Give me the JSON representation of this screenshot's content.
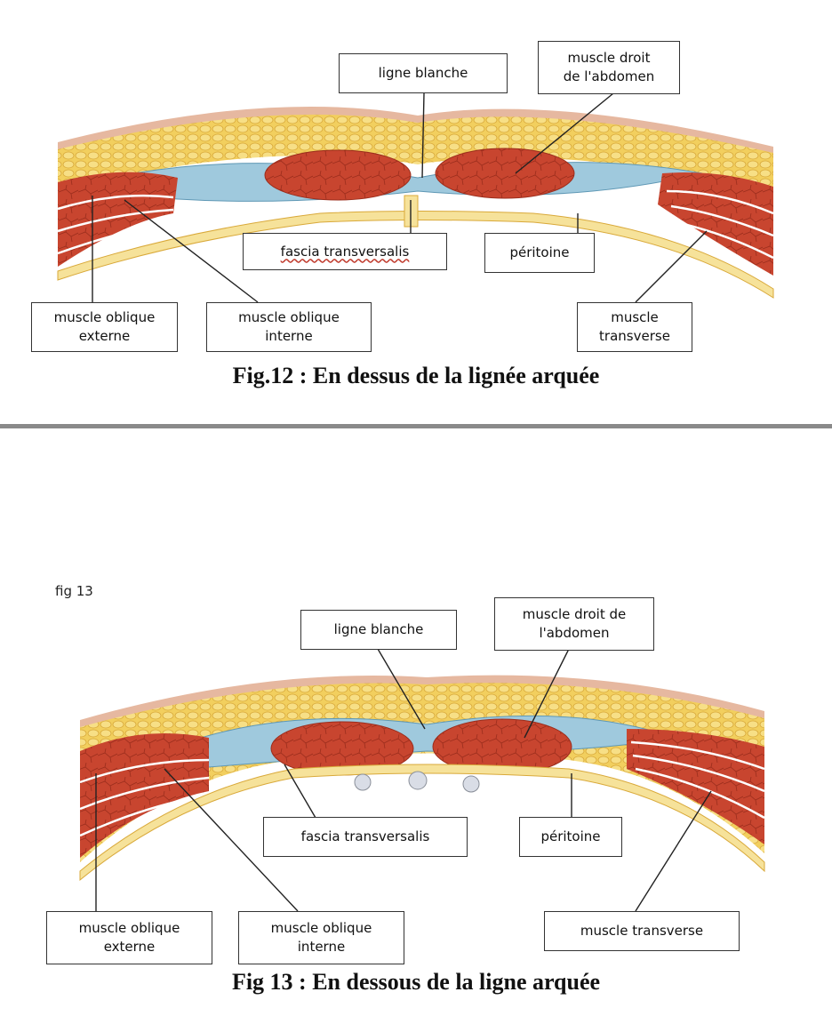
{
  "fig12": {
    "labels": {
      "ligne_blanche": "ligne blanche",
      "muscle_droit": "muscle droit\nde l'abdomen",
      "fascia": "fascia transversalis",
      "peritoine": "péritoine",
      "oblique_externe": "muscle oblique\nexterne",
      "oblique_interne": "muscle oblique\ninterne",
      "transverse": "muscle\ntransverse"
    },
    "caption": "Fig.12 : En dessus de la lignée arquée"
  },
  "fig13": {
    "tag": "fig 13",
    "labels": {
      "ligne_blanche": "ligne blanche",
      "muscle_droit": "muscle droit de\nl'abdomen",
      "fascia": "fascia transversalis",
      "peritoine": "péritoine",
      "oblique_externe": "muscle oblique\nexterne",
      "oblique_interne": "muscle oblique\ninterne",
      "transverse": "muscle transverse"
    },
    "caption": "Fig 13 : En dessous de la ligne arquée"
  },
  "colors": {
    "fat": "#f2cf5e",
    "fat_dark": "#d9a93a",
    "skin": "#e6b8a0",
    "fascia_blue": "#9fc9dd",
    "muscle": "#c8452f",
    "muscle_dark": "#9b2d1c",
    "peritoneum": "#f6e29a"
  }
}
